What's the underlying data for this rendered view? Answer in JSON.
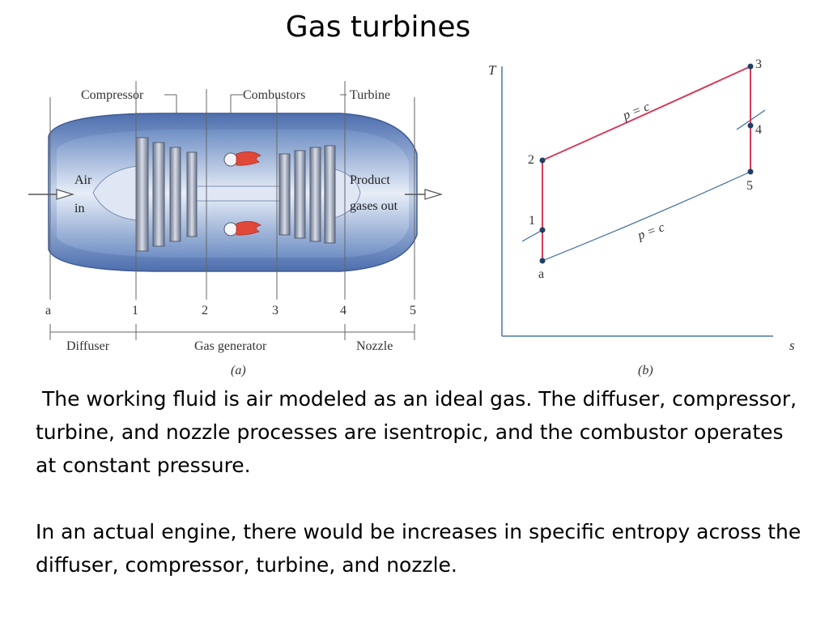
{
  "slide": {
    "title": "Gas turbines",
    "paragraphs": [
      " The working fluid is air modeled as an ideal gas. The diffuser, compressor, turbine, and nozzle processes are isentropic, and the combustor operates at constant pressure.",
      "In an actual engine, there would be increases in specific entropy across the diffuser, compressor, turbine, and nozzle."
    ]
  },
  "figure_a": {
    "caption": "(a)",
    "section_labels": {
      "compressor": "Compressor",
      "combustors": "Combustors",
      "turbine": "Turbine"
    },
    "inlet_label": [
      "Air",
      "in"
    ],
    "outlet_label": [
      "Product",
      "gases out"
    ],
    "station_labels": [
      "a",
      "1",
      "2",
      "3",
      "4",
      "5"
    ],
    "region_labels": {
      "diffuser": "Diffuser",
      "gas_generator": "Gas generator",
      "nozzle": "Nozzle"
    },
    "colors": {
      "casing": "#6f8fc4",
      "casing_light": "#c9d7ee",
      "blade": "#8a93a8",
      "flame": "#e0483a"
    }
  },
  "figure_b": {
    "caption": "(b)",
    "axis_x": "s",
    "axis_y": "T",
    "state_labels": [
      "a",
      "1",
      "2",
      "3",
      "4",
      "5"
    ],
    "isobar_labels": [
      "p = c",
      "p = c"
    ],
    "colors": {
      "cycle": "#d43c5a",
      "isobar": "#3c6a9a",
      "axes": "#4a79a8"
    }
  }
}
